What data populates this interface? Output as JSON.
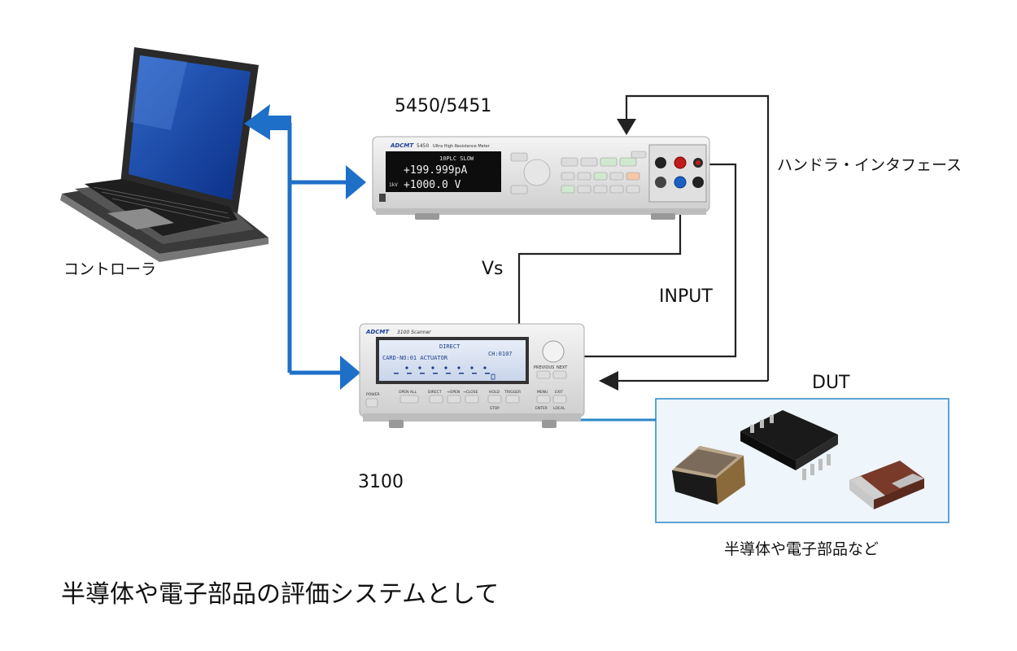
{
  "labels": {
    "meter_model": "5450/5451",
    "scanner_model": "3100",
    "controller": "コントローラ",
    "vs": "Vs",
    "input": "INPUT",
    "handler_interface": "ハンドラ・インタフェース",
    "dut": "DUT",
    "dut_caption": "半導体や電子部品など",
    "title": "半導体や電子部品の評価システムとして"
  },
  "meter": {
    "brand": "ADCMT",
    "model": "5450",
    "subtitle": "Ultra High Resistance Meter",
    "display_line1": "10PLC SLOW",
    "display_line2": "+199.999pA",
    "display_line3": "+1000.0 V",
    "display_range": "1kV"
  },
  "scanner": {
    "brand": "ADCMT",
    "model": "3100 Scanner",
    "lcd_mode": "DIRECT",
    "lcd_channel": "CH:0107",
    "lcd_card": "CARD-NO:01 ACTUATOR",
    "btn_open_all": "OPEN ALL",
    "btn_direct": "DIRECT",
    "btn_open": "→OPEN",
    "btn_close": "→CLOSE",
    "btn_hold": "HOLD",
    "btn_trigger": "TRIGGER",
    "btn_stop": "STOP",
    "btn_menu": "MENU",
    "btn_exit": "EXIT",
    "btn_enter": "ENTER",
    "btn_local": "LOCAL",
    "btn_previous": "PREVIOUS",
    "btn_next": "NEXT",
    "power": "POWER"
  },
  "colors": {
    "arrow_blue": "#1e6fc8",
    "wire": "#222222",
    "dut_box_border": "#2b87c8",
    "dut_box_fill": "#eef5fb"
  }
}
